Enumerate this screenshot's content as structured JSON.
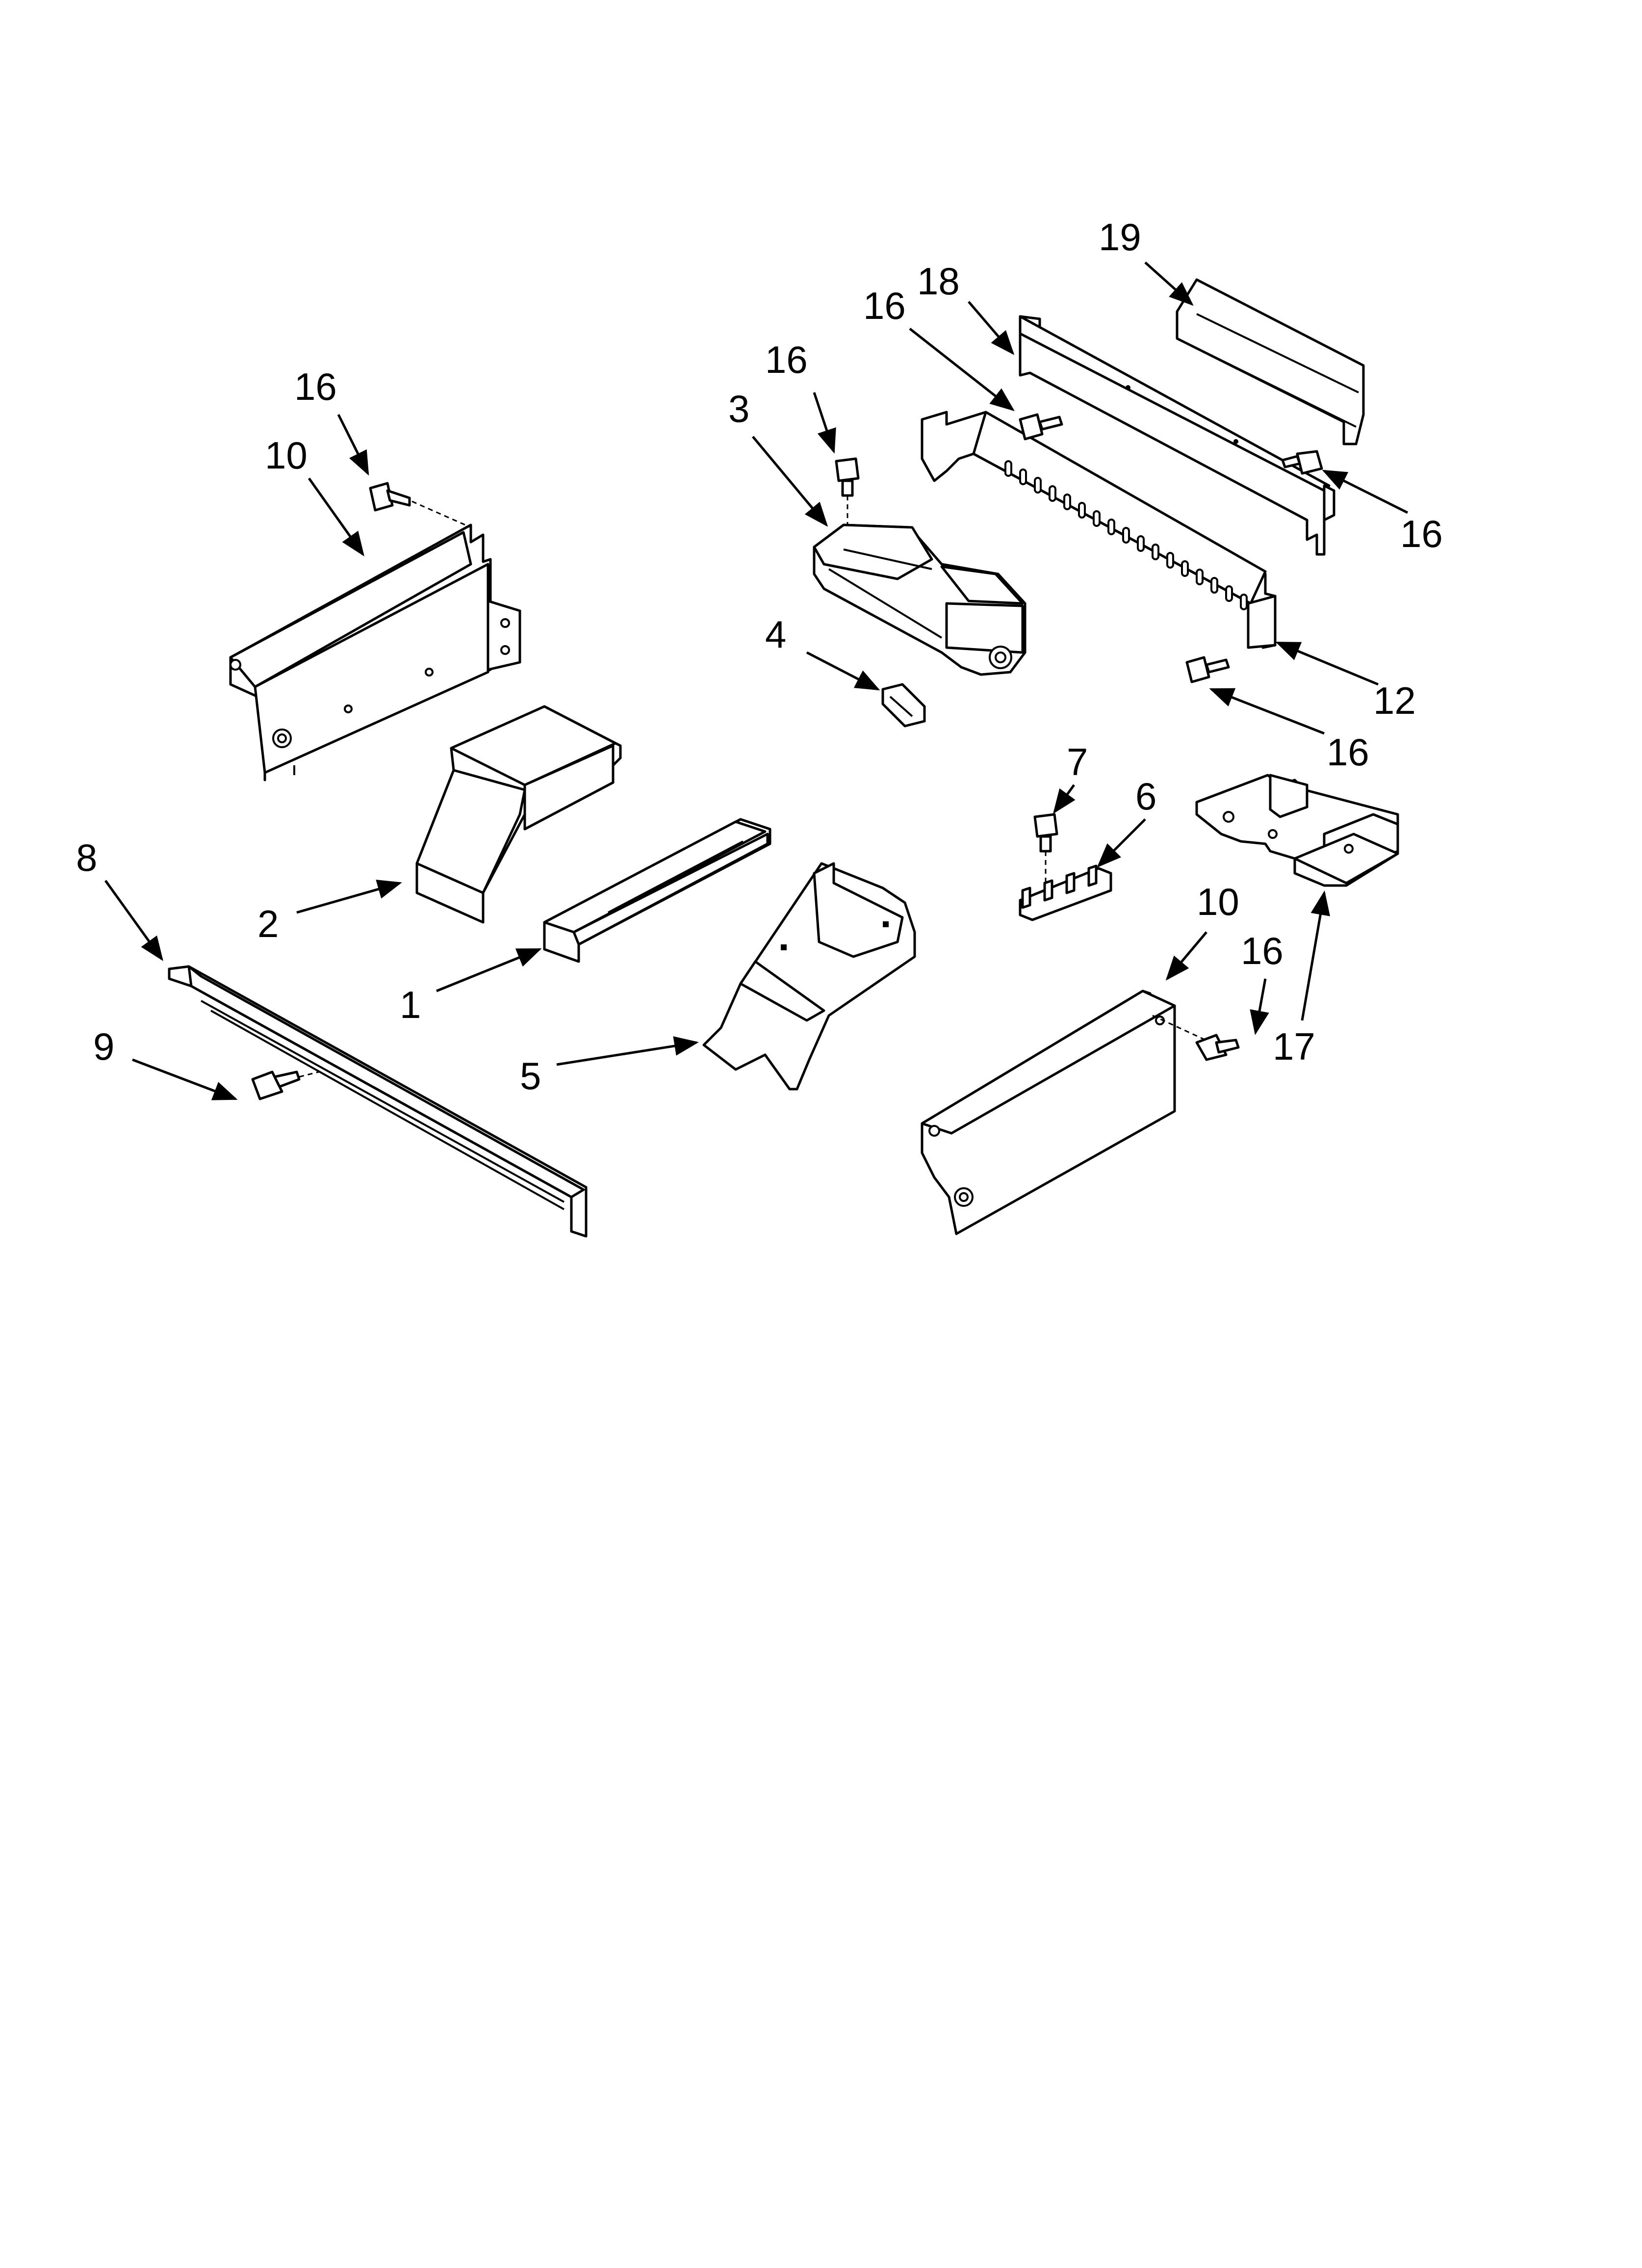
{
  "callouts": {
    "c1": "1",
    "c2": "2",
    "c3": "3",
    "c4": "4",
    "c5": "5",
    "c6": "6",
    "c7": "7",
    "c8": "8",
    "c9": "9",
    "c10a": "10",
    "c10b": "10",
    "c12": "12",
    "c16a": "16",
    "c16b": "16",
    "c16c": "16",
    "c16d": "16",
    "c16e": "16",
    "c16f": "16",
    "c17": "17",
    "c18": "18",
    "c19": "19"
  }
}
